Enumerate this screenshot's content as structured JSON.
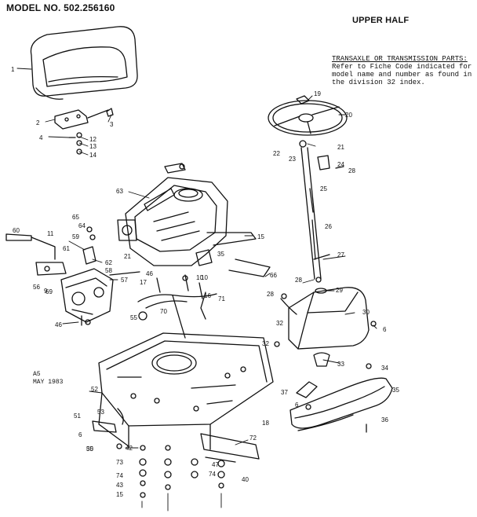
{
  "header": {
    "model": "MODEL NO. 502.256160",
    "section": "UPPER HALF"
  },
  "note": {
    "title": "TRANSAXLE OR TRANSMISSION PARTS:",
    "lines": [
      "Refer to Fiche Code indicated for",
      "model name and number as found in",
      "the division 32 index."
    ]
  },
  "stamp": {
    "code": "A5",
    "date": "MAY 1983"
  },
  "callouts": [
    "1",
    "2",
    "3",
    "4",
    "12",
    "13",
    "14",
    "19",
    "20",
    "21",
    "22",
    "23",
    "24",
    "28",
    "25",
    "26",
    "27",
    "28",
    "29",
    "28",
    "30",
    "32",
    "6",
    "32",
    "33",
    "34",
    "35",
    "36",
    "37",
    "6",
    "35",
    "18",
    "63",
    "65",
    "64",
    "59",
    "60",
    "11",
    "15",
    "35",
    "66",
    "61",
    "62",
    "58",
    "69",
    "57",
    "56",
    "9",
    "21",
    "46",
    "17",
    "10",
    "16",
    "10",
    "71",
    "70",
    "55",
    "46",
    "52",
    "51",
    "53",
    "6",
    "50",
    "42",
    "72",
    "73",
    "74",
    "43",
    "15",
    "47",
    "74",
    "40"
  ],
  "colors": {
    "ink": "#111111",
    "paper": "#ffffff",
    "shade": "#555555"
  }
}
